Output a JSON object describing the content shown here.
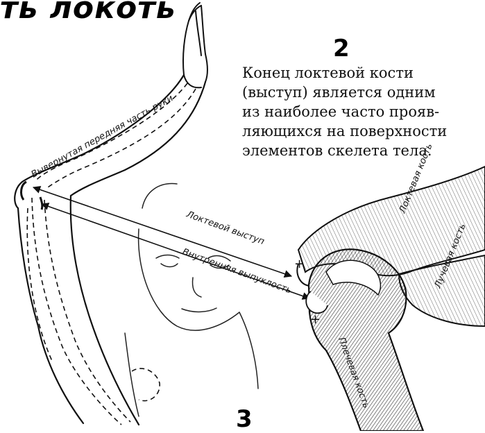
{
  "heading": {
    "fragment": "ть локоть"
  },
  "step_top": {
    "number": "2"
  },
  "step_bottom": {
    "number": "3"
  },
  "caption": {
    "lines": [
      "Конец локтевой кости",
      "(выступ) является одним",
      "из наиболее часто прояв-",
      "ляющихся на поверхности",
      "элементов скелета тела."
    ]
  },
  "labels": {
    "forearm": "Вывернутая передняя часть руки",
    "olecranon": "Локтевой выступ",
    "epicondyle": "Внутренняя выпуклость",
    "ulna": "Локтевая кость",
    "radius": "Лучевая кость",
    "humerus": "Плечевая кость"
  }
}
